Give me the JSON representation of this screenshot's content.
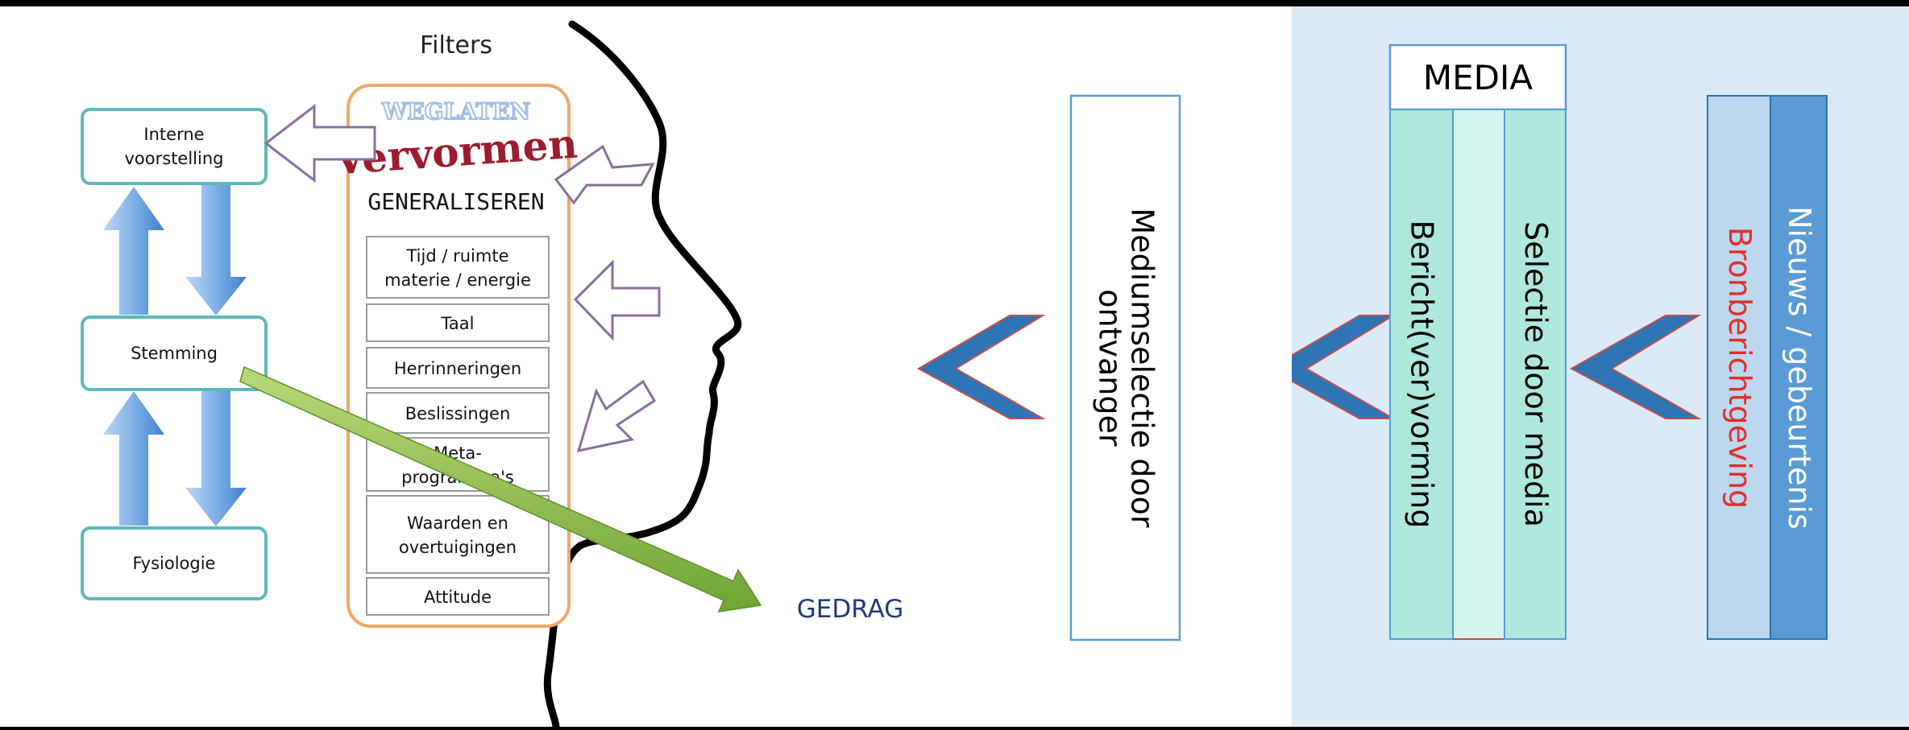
{
  "filters_title": "Filters",
  "weglaten": "WEGLATEN",
  "vervormen": "Vervormen",
  "generaliseren": "GENERALISEREN",
  "filter_items": [
    [
      "Tijd / ruimte",
      "materie / energie"
    ],
    [
      "Taal"
    ],
    [
      "Herrinneringen"
    ],
    [
      "Beslissingen"
    ],
    [
      "Meta-",
      "programma's"
    ],
    [
      "Waarden en",
      "overtuigingen"
    ],
    [
      "Attitude"
    ]
  ],
  "state_boxes": {
    "interne": [
      "Interne",
      "voorstelling"
    ],
    "stemming": "Stemming",
    "fysiologie": "Fysiologie"
  },
  "gedrag": "GEDRAG",
  "medium_selectie": [
    "Mediumselectie door",
    "ontvanger"
  ],
  "media_label": "MEDIA",
  "bericht_vorming": "Bericht(ver)vorming",
  "selectie_media": "Selectie door media",
  "bronberichtgeving": "Bronberichtgeving",
  "nieuws": "Nieuws / gebeurtenis",
  "colors": {
    "right_bg": "#dbeaf7",
    "chevron": "#2e75b6",
    "chevron_border": "#c0504d",
    "teal_box": "#aee8dc",
    "light_teal": "#d5f4ee",
    "blue_box": "#5b9bd5",
    "light_blue": "#bdd7ee",
    "red_text": "#e0302a",
    "filter_border": "#f0a868",
    "state_border": "#5fb8b8",
    "green_arrow": "#8fc04a",
    "gedrag_color": "#1f3c7a",
    "vervormen_color": "#9b1c2e",
    "weglaten_color": "#9fbfe3"
  }
}
